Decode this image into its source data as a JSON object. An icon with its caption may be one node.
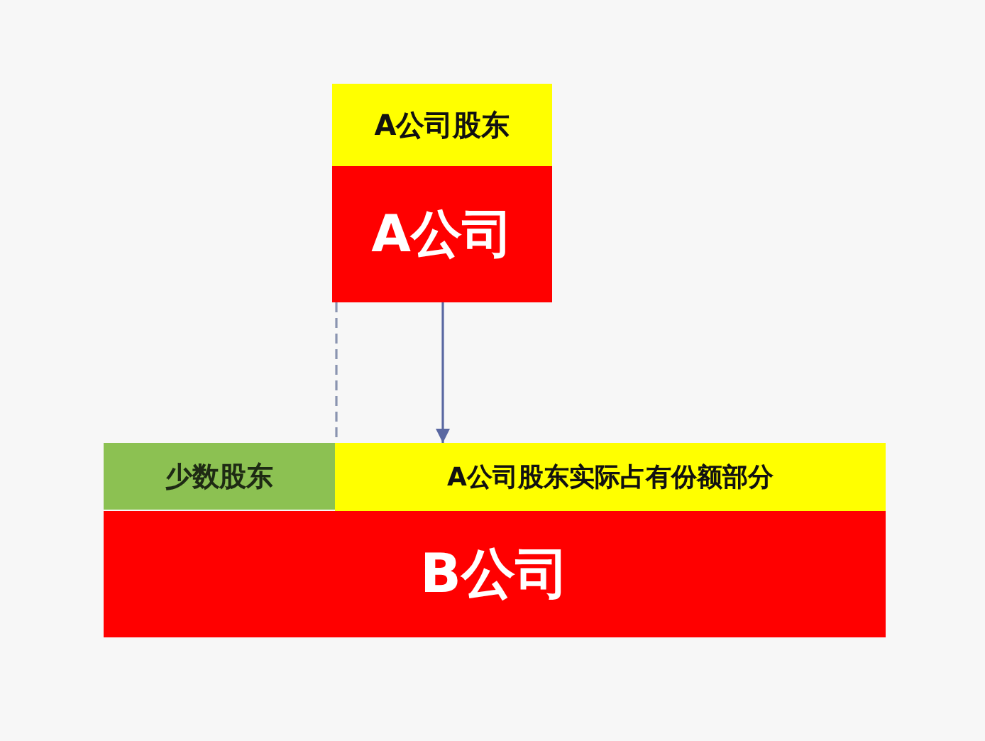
{
  "diagram": {
    "nodes": [
      {
        "text": [
          "A公司股东"
        ]
      },
      {
        "text": [
          "A公司"
        ]
      },
      {
        "text": [
          "少数股东"
        ]
      },
      {
        "text": [
          "A公司股东实际占有份额部分"
        ]
      },
      {
        "text": [
          "B公司"
        ]
      }
    ],
    "edges": [
      {
        "from": 1,
        "to": 3,
        "arrow": "to"
      },
      {
        "from": 1,
        "to": 3,
        "arrow": "none",
        "style": "dashed",
        "color": "#8a94b0"
      }
    ]
  }
}
